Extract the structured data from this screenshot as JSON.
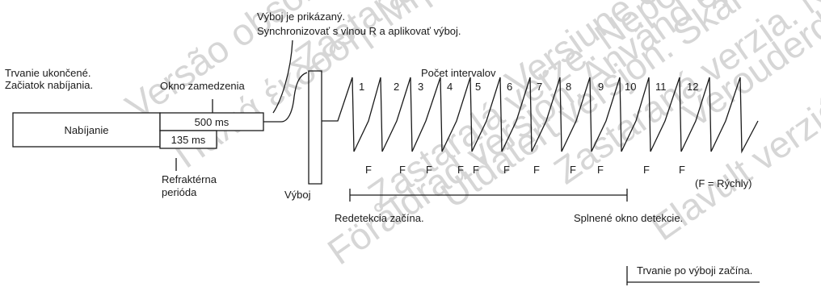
{
  "labels": {
    "shock_commanded_1": "Výboj je prikázaný.",
    "shock_commanded_2": "Synchronizovať s vlnou R a aplikovať výboj.",
    "duration_end_1": "Trvanie ukončené.",
    "duration_end_2": "Začiatok nabíjania.",
    "delay_window": "Okno zamedzenia",
    "charging": "Nabíjanie",
    "delay_value": "500 ms",
    "refractory_value": "135 ms",
    "refractory_1": "Refraktérna",
    "refractory_2": "perióda",
    "shock": "Výboj",
    "interval_count": "Počet intervalov",
    "interval_numbers": [
      "1",
      "2",
      "3",
      "4",
      "5",
      "6",
      "7",
      "8",
      "9",
      "10",
      "11",
      "12"
    ],
    "fast_marker": "F",
    "fast_legend": "(F = Rýchly)",
    "redetect_start": "Redetekcia začína.",
    "detect_window_met": "Splnené okno detekcie.",
    "post_shock_duration": "Trvanie po výboji začína."
  },
  "watermark": [
    "Versão obsoleta. Não utilize.",
    "Παλιά έκδοση. Μην την χρησιμοποιείτε.",
    "Zastaralá verze. Nepoužívat.",
    "Föråldrad version. Använd ej.",
    "Zastarala verzija. Nemojte upotrebljavati.",
    "Utdatert versjon. Skal ikke brukes.",
    "Zastaraná verzia. Nepoužívať.",
    "Elavult verzió. Ne használja!",
    "Versiune expirată. A nu se utiliza.",
    "Verouderde versie. Niet gebruiken."
  ],
  "colors": {
    "ink": "#1a1a1a",
    "watermark": "#d6d6d6"
  }
}
